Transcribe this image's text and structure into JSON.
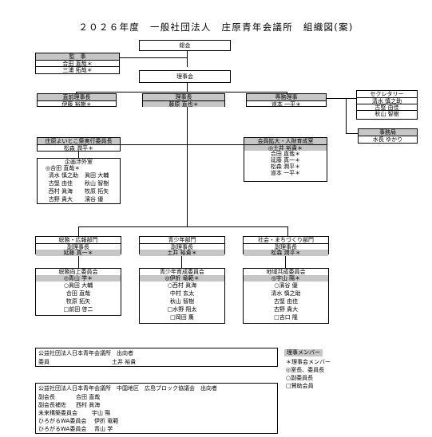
{
  "title": "２０２６年度　一般社団法人　庄原青年会議所　組織図(案)",
  "soukai": "総会",
  "kanji": {
    "head": "監　事",
    "members": [
      "合田 直哉＊",
      "三浦 拓哉＊"
    ]
  },
  "rijikai": "理事会",
  "chokuzen": {
    "head": "直前理事長",
    "name": "伊藤 裕樹＊"
  },
  "rijicho": {
    "head": "理事長",
    "name": "藤原 直也＊"
  },
  "senmu": {
    "head": "専務理事",
    "name": "道本 一平＊"
  },
  "secretary": {
    "head": "セクレタリー",
    "members": [
      "清水 慎之助",
      "古堅 由佳",
      "秋山 智樹"
    ]
  },
  "jimukyoku": {
    "head": "事務局",
    "name": "水長 ゆかり"
  },
  "yoitoko": {
    "head": "庄原よいとこ祭実行委員長",
    "name": "松森 潤平＊"
  },
  "kikaku": {
    "head": "企画渉外室",
    "lead": "◎合田 直哉＊",
    "left": [
      "清水 慎之助",
      "古堅 由佳",
      "西村 眞海",
      "古野 貴大"
    ],
    "right": [
      "眞田 大輔",
      "秋山 智樹",
      "牧原 拓矢",
      "濱谷 優"
    ]
  },
  "kaiin": {
    "head": "会員拡大・人財育成室",
    "lead": "◎土井 裕貴＊",
    "members": [
      "合田 直哉＊",
      "延藤 真一＊",
      "松森 潤平＊",
      "道本 一平＊"
    ]
  },
  "depts": [
    {
      "head": "総務・広報部門",
      "vice": "副理事長",
      "vice_name": "延藤 真一＊",
      "committee": "総務向上委員会",
      "lead": "◎青山 学＊",
      "members": [
        "○眞田 大輔",
        "合田 直哉",
        "牧原 拓矢",
        "□前田 啓二"
      ]
    },
    {
      "head": "青少年部門",
      "vice": "副理事長",
      "vice_name": "土井 裕貴＊",
      "committee": "青少年育成委員会",
      "lead": "◎伊折 竜範＊",
      "members": [
        "○西村 眞海",
        "中村 玄太",
        "秋山 智樹",
        "□水野 翔太",
        "□岡田 薫"
      ]
    },
    {
      "head": "社会・まちづくり部門",
      "vice": "副理事長",
      "vice_name": "松森 潤平＊",
      "committee": "地域共成委員会",
      "lead": "◎宇山 陽＊",
      "members": [
        "○濱谷 優",
        "清水 慎之助",
        "古堅 由佳",
        "古野 貴大",
        "□吉口 隆"
      ]
    }
  ],
  "legend": {
    "head": "理事メンバー",
    "items": [
      "＊理事会メンバー",
      "◎室長、委員長",
      "○副委員長",
      "□賛助会員"
    ]
  },
  "note1": {
    "line1": "公益社団法人日本青年会議所　出向者",
    "role": "委員",
    "name": "土井 裕貴"
  },
  "note2": {
    "line1": "公益社団法人日本青年会議所　中国地区　広島ブロック協議会　出向者",
    "rows": [
      {
        "role": "副会長",
        "name": "合田 直哉"
      },
      {
        "role": "副会長補佐",
        "name": "西村 眞海"
      },
      {
        "role": "未来構築委員会",
        "name": "宇山 陽"
      },
      {
        "role": "ひろがるWA委員会",
        "name": "伊折 竜範"
      },
      {
        "role": "ひろがるWA委員会",
        "name": "青山 学"
      }
    ]
  }
}
